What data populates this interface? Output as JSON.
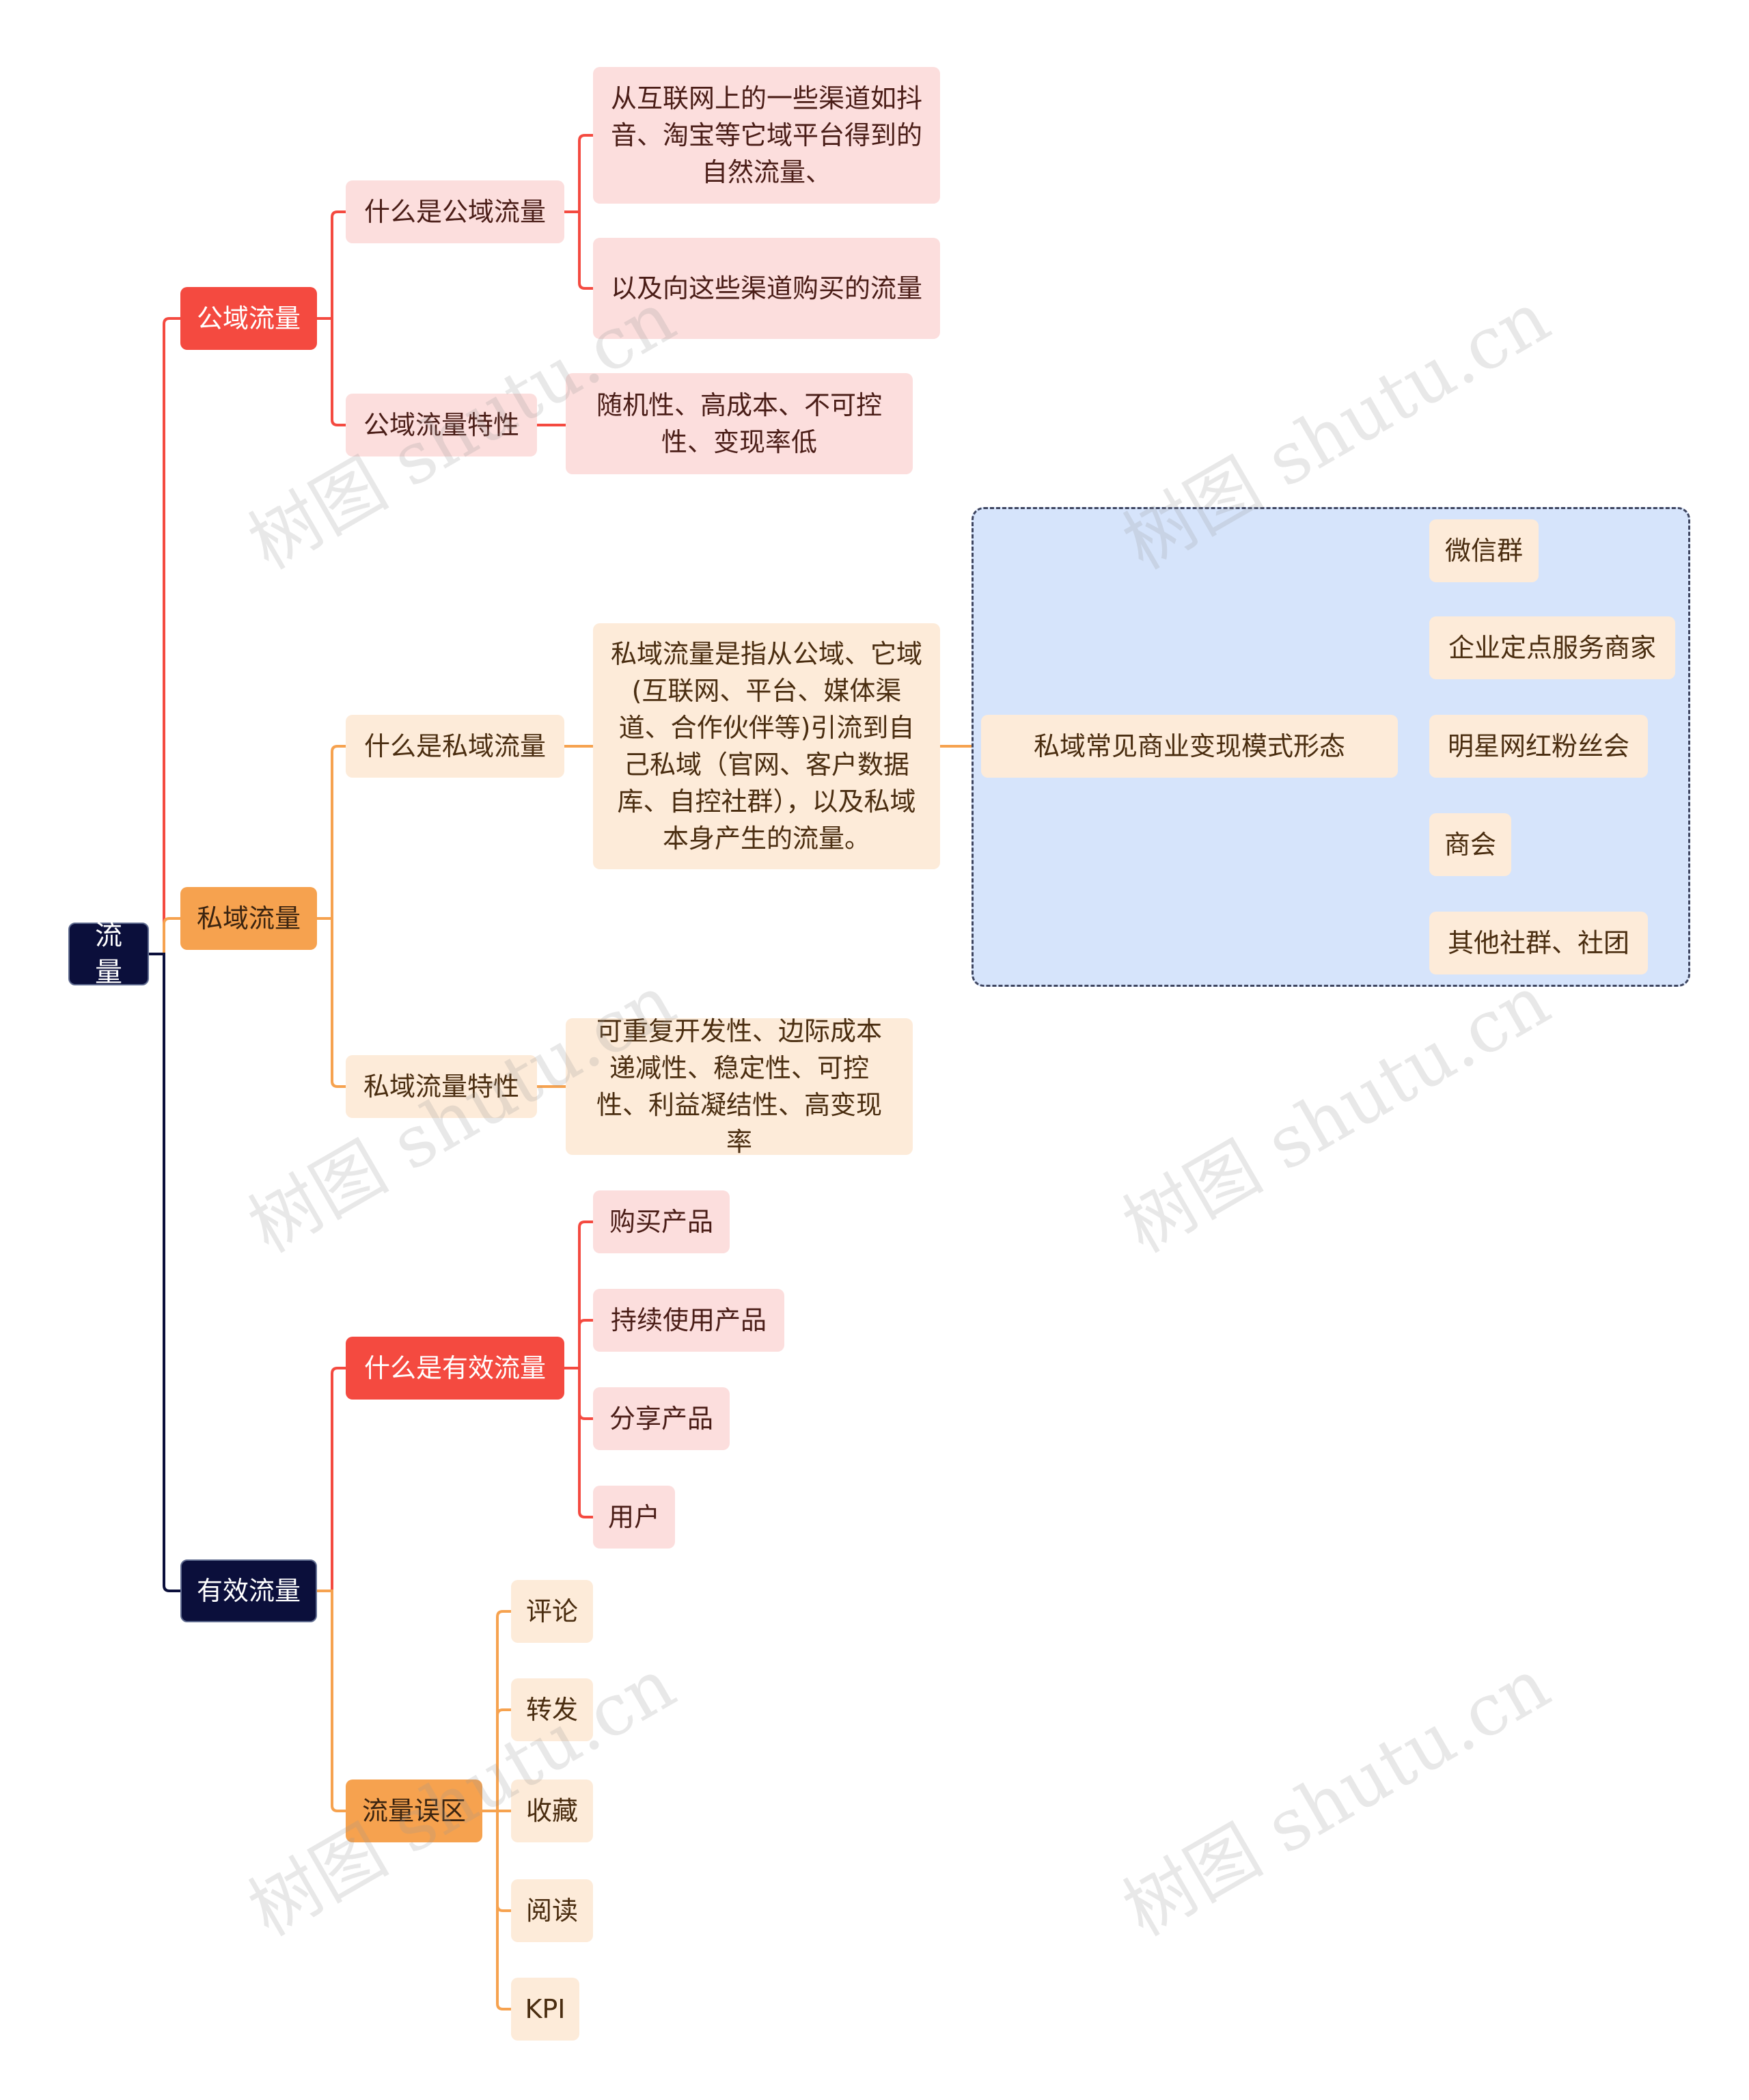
{
  "root": "流量",
  "public": {
    "label": "公域流量",
    "what": {
      "label": "什么是公域流量",
      "items": [
        "从互联网上的一些渠道如抖音、淘宝等它域平台得到的自然流量、",
        "以及向这些渠道购买的流量"
      ]
    },
    "traits": {
      "label": "公域流量特性",
      "text": "随机性、高成本、不可控性、变现率低"
    }
  },
  "private": {
    "label": "私域流量",
    "what": {
      "label": "什么是私域流量",
      "text": "私域流量是指从公域、它域(互联网、平台、媒体渠道、合作伙伴等)引流到自己私域（官网、客户数据库、自控社群），以及私域本身产生的流量。",
      "model": {
        "label": "私域常见商业变现模式形态",
        "items": [
          "微信群",
          "企业定点服务商家",
          "明星网红粉丝会",
          "商会",
          "其他社群、社团"
        ]
      }
    },
    "traits": {
      "label": "私域流量特性",
      "text": "可重复开发性、边际成本递减性、稳定性、可控性、利益凝结性、高变现率"
    }
  },
  "effective": {
    "label": "有效流量",
    "what": {
      "label": "什么是有效流量",
      "items": [
        "购买产品",
        "持续使用产品",
        "分享产品",
        "用户"
      ]
    },
    "myths": {
      "label": "流量误区",
      "items": [
        "评论",
        "转发",
        "收藏",
        "阅读",
        "KPI"
      ]
    }
  },
  "watermark": "树图 shutu.cn",
  "colors": {
    "red": "#f44a40",
    "orange": "#f6a24f",
    "navy": "#0b0f3b",
    "pink": "#fcdedd",
    "cream": "#fdebd9",
    "blue_group": "#d6e4fb"
  }
}
